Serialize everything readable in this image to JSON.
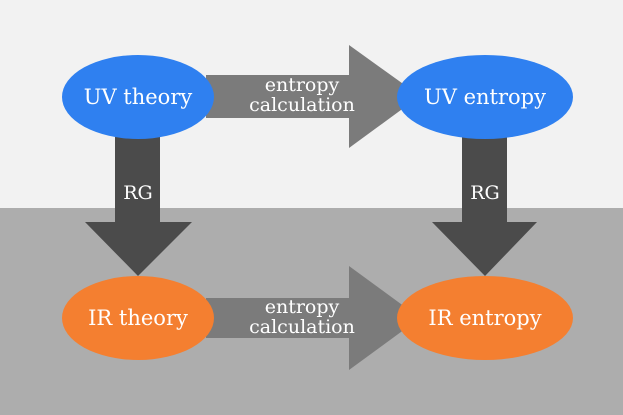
{
  "colors": {
    "background_top": "#f2f2f2",
    "background_bottom": "#adadad",
    "uv_node": "#2f80f0",
    "ir_node": "#f47f30",
    "horizontal_arrow": "#7b7b7b",
    "vertical_arrow": "#4b4b4b",
    "text": "#ffffff"
  },
  "nodes": {
    "uv_theory": "UV theory",
    "uv_entropy": "UV entropy",
    "ir_theory": "IR theory",
    "ir_entropy": "IR entropy"
  },
  "arrows": {
    "top_line1": "entropy",
    "top_line2": "calculation",
    "bottom_line1": "entropy",
    "bottom_line2": "calculation",
    "left_label": "RG",
    "right_label": "RG"
  }
}
